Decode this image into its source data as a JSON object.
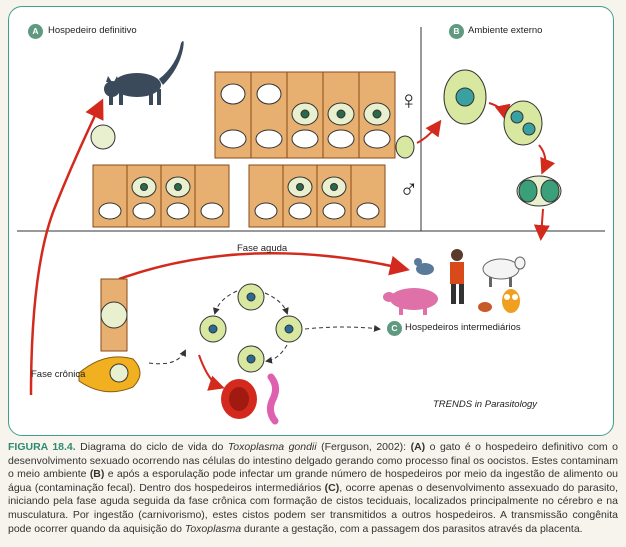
{
  "labels": {
    "badge_a": "A",
    "host_definitive": "Hospedeiro definitivo",
    "badge_b": "B",
    "environment": "Ambiente externo",
    "female_symbol": "♀",
    "male_symbol": "♂",
    "acute_phase": "Fase aguda",
    "badge_c": "C",
    "host_intermediate": "Hospedeiros intermediários",
    "chronic_phase": "Fase crônica",
    "credit": "TRENDS in Parasitology"
  },
  "caption": {
    "figure_number": "FIGURA 18.4.",
    "part1": " Diagrama do ciclo de vida do ",
    "italic1": "Toxoplasma gondii",
    "part2": " (Ferguson, 2002): ",
    "bold_a": "(A)",
    "part3": " o gato é o hospedeiro definitivo com o desenvolvimento sexuado ocorrendo nas células do intestino delgado gerando como processo final os oocistos. Estes contaminam o meio ambiente ",
    "bold_b": "(B)",
    "part4": " e após a esporulação pode infectar um grande número de hospedeiros por meio da ingestão de alimento ou água (contaminação fecal). Dentro dos hospedeiros intermediários ",
    "bold_c": "(C)",
    "part5": ", ocorre apenas o desenvolvimento assexuado do parasito, iniciando pela fase aguda seguida da fase crônica com formação de cistos teciduais, localizados principalmente no cérebro e na musculatura. Por ingestão (carnivorismo), estes cistos podem ser transmitidos a outros hospedeiros. A transmissão congênita pode ocorrer quando da aquisição do ",
    "italic2": "Toxoplasma",
    "part6": " durante a gestação, com a passagem dos parasitos através da placenta."
  },
  "colors": {
    "frame": "#3fa08a",
    "badge": "#5f9a80",
    "arrow_red": "#d42a1e",
    "cell_fill": "#e8b070",
    "cell_border": "#8a4a18",
    "oocyst_fill": "#d8e8a0",
    "cat": "#3a4a5a",
    "pig": "#e070a8",
    "caption_accent": "#2e8a70"
  }
}
